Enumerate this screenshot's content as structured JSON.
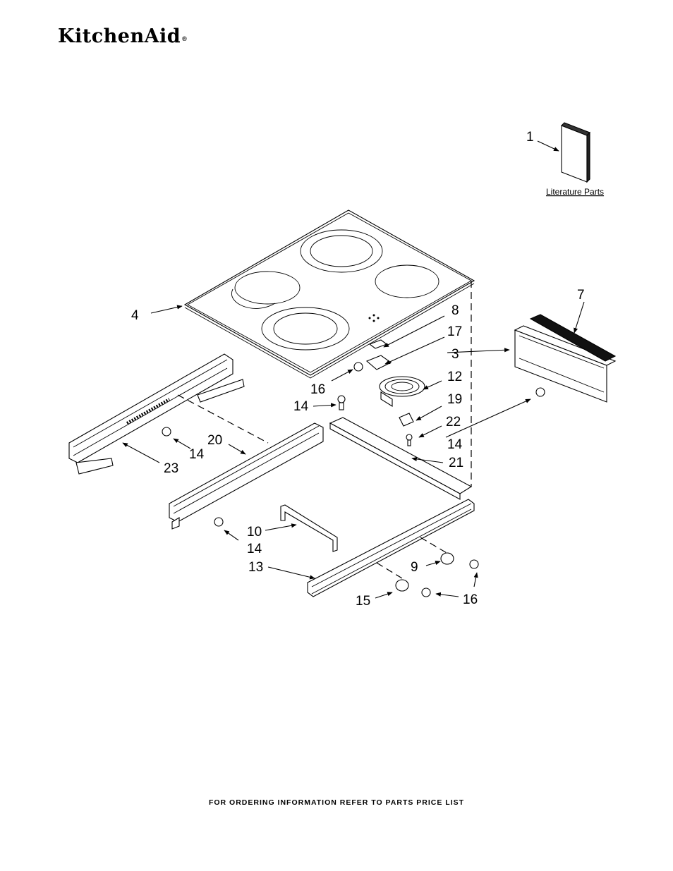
{
  "brand": {
    "name": "KitchenAid",
    "mark": "®"
  },
  "literature_label": "Literature Parts",
  "footer": "FOR ORDERING INFORMATION REFER TO PARTS PRICE LIST",
  "callouts": [
    "1",
    "4",
    "8",
    "17",
    "16",
    "12",
    "14",
    "19",
    "22",
    "14",
    "21",
    "7",
    "3",
    "20",
    "14",
    "23",
    "10",
    "14",
    "13",
    "9",
    "15",
    "16"
  ]
}
